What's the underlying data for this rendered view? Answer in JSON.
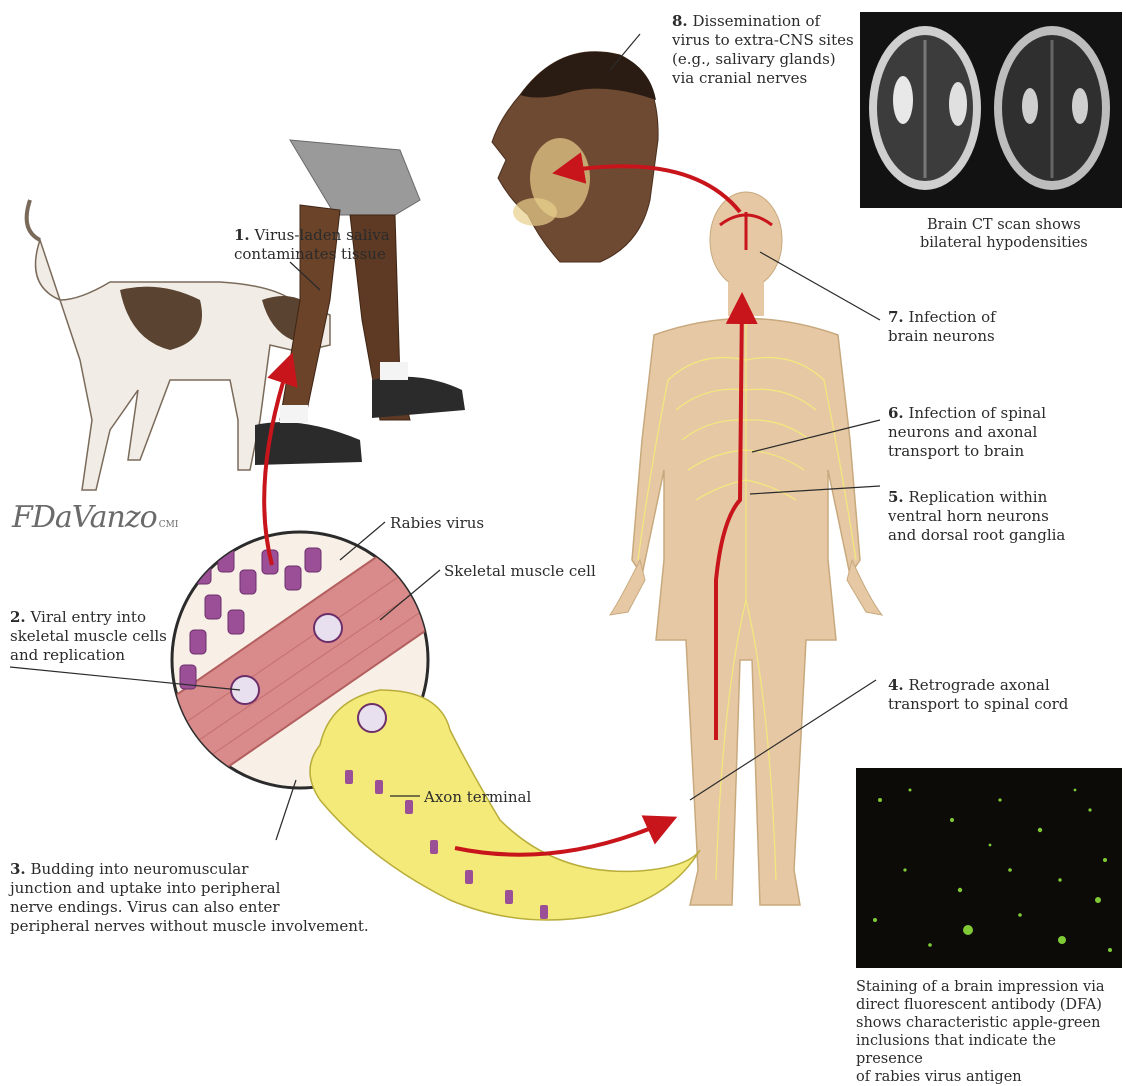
{
  "steps": [
    {
      "num": "1.",
      "text": "Virus-laden saliva\ncontaminates tissue"
    },
    {
      "num": "2.",
      "text": "Viral entry into\nskeletal muscle cells\nand replication"
    },
    {
      "num": "3.",
      "text": "Budding into neuromuscular\njunction and uptake into peripheral\nnerve endings. Virus can also enter\nperipheral nerves without muscle involvement."
    },
    {
      "num": "4.",
      "text": "Retrograde axonal\ntransport to spinal cord"
    },
    {
      "num": "5.",
      "text": "Replication within\nventral horn neurons\nand dorsal root ganglia"
    },
    {
      "num": "6.",
      "text": "Infection of spinal\nneurons and axonal\ntransport to brain"
    },
    {
      "num": "7.",
      "text": "Infection of\nbrain neurons"
    },
    {
      "num": "8.",
      "text": "Dissemination of\nvirus to extra-CNS sites\n(e.g., salivary glands)\nvia cranial nerves"
    }
  ],
  "tags": {
    "rabies_virus": "Rabies virus",
    "skeletal_muscle": "Skeletal muscle cell",
    "axon_terminal": "Axon terminal"
  },
  "captions": {
    "ct": "Brain CT scan shows\nbilateral hypodensities",
    "dfa": "Staining of a brain impression via\ndirect fluorescent antibody (DFA)\nshows characteristic apple-green\ninclusions that indicate the presence\nof rabies virus antigen"
  },
  "signature": {
    "name": "FDaVanzo",
    "suffix": "CMI"
  },
  "colors": {
    "pathway_red": "#c8141b",
    "nerve_yellow": "#f4ea7a",
    "skin_tan": "#e6c9a4",
    "muscle_pink": "#d98a8a",
    "virus_purple": "#9b4f97",
    "apple_green": "#8de03a"
  }
}
